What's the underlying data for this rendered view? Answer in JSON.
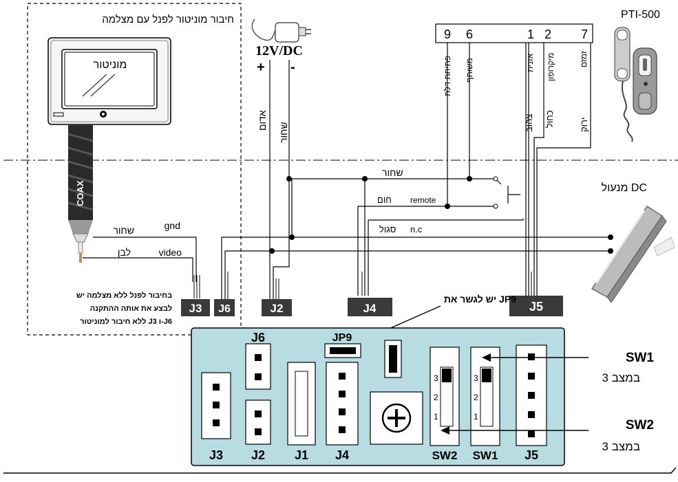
{
  "monitor_box": {
    "title": "חיבור מוניטור לפנל עם מצלמה",
    "monitor_label": "מוניטור",
    "cable_label": "COAX",
    "wire_gnd_he": "שחור",
    "wire_gnd": "gnd",
    "wire_video_he": "לבן",
    "wire_video": "video",
    "note_line1": "בחיבור לפנל ללא מצלמה יש",
    "note_line2": "לבצע את אותה ההתקנה",
    "note_line3": "ללא חיבור למוניטור J3 ו-J6"
  },
  "power": {
    "label": "12V/DC",
    "plus": "+",
    "minus": "-",
    "wire_red": "אדום",
    "wire_black": "שחור"
  },
  "handset": {
    "model": "PTI-500",
    "pins": [
      "9",
      "6",
      "1",
      "2",
      "7"
    ],
    "pin_labels": [
      "פתיחת דלת",
      "משותף",
      "אזנית",
      "מיקרופון",
      "זמזם"
    ],
    "wire_colors": [
      "צהוב",
      "כחול",
      "ירוק"
    ]
  },
  "wires": {
    "black": "שחור",
    "brown": "חום",
    "remote": "remote",
    "purple": "סגול",
    "nc": "n.c"
  },
  "lock": {
    "label": "מנעול DC"
  },
  "connectors": {
    "j3": "J3",
    "j6": "J6",
    "j2": "J2",
    "j4": "J4",
    "j5": "J5"
  },
  "board": {
    "jp9_note": "יש לגשר את JP9",
    "jp9": "JP9",
    "j6": "J6",
    "j3": "J3",
    "j2": "J2",
    "j1": "J1",
    "j4": "J4",
    "sw2": "SW2",
    "sw1": "SW1",
    "j5": "J5",
    "switch_pos": [
      "3",
      "2",
      "1"
    ]
  },
  "side_notes": {
    "sw1": "SW1",
    "sw1_pos": "במצב 3",
    "sw2": "SW2",
    "sw2_pos": "במצב 3"
  }
}
